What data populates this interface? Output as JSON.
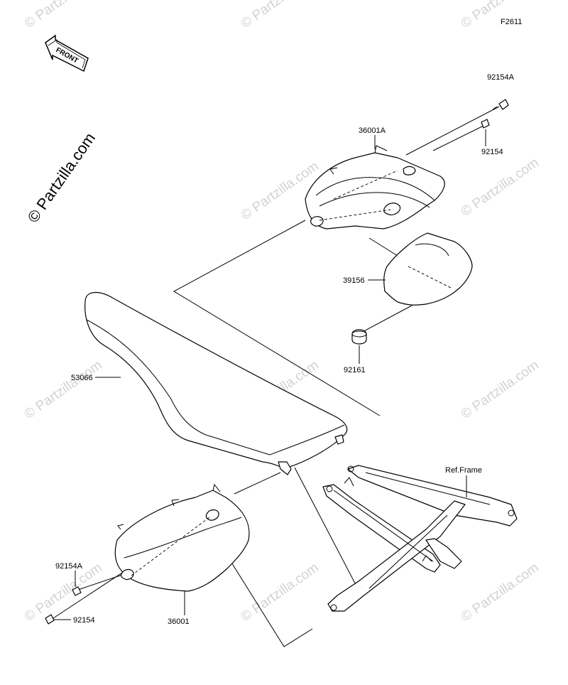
{
  "figure_code": "F2611",
  "front_arrow_label": "FRONT",
  "watermark_text": "© Partzilla.com",
  "parts": {
    "seat": "53066",
    "side_cover_right": "36001A",
    "side_cover_left": "36001",
    "pad": "39156",
    "grommet": "92161",
    "bolt_a_right": "92154A",
    "bolt_right": "92154",
    "bolt_a_left": "92154A",
    "bolt_left": "92154"
  },
  "frame_ref": "Ref.Frame"
}
